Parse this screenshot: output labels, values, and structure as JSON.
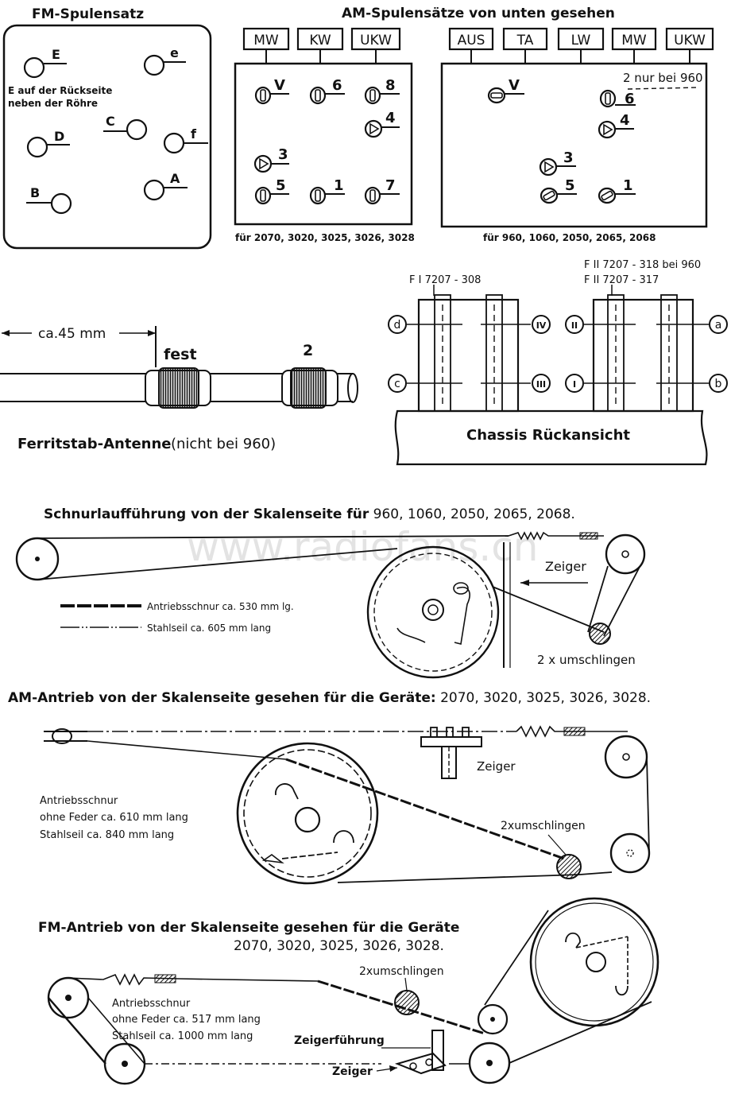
{
  "fm_coil_set": {
    "title": "FM-Spulensatz",
    "note_line1": "E auf der Rückseite",
    "note_line2": "neben der Röhre",
    "labels": {
      "E": "E",
      "e": "e",
      "C": "C",
      "D": "D",
      "f": "f",
      "B": "B",
      "A": "A"
    }
  },
  "am_coil_sets": {
    "title": "AM-Spulensätze von unten gesehen",
    "left": {
      "buttons": [
        "MW",
        "KW",
        "UKW"
      ],
      "pins": {
        "V": "V",
        "6": "6",
        "8": "8",
        "4": "4",
        "3": "3",
        "5": "5",
        "1": "1",
        "7": "7"
      },
      "caption": "für 2070, 3020, 3025, 3026, 3028"
    },
    "right": {
      "buttons": [
        "AUS",
        "TA",
        "LW",
        "MW",
        "UKW"
      ],
      "note": "2 nur bei 960",
      "pins": {
        "V": "V",
        "6": "6",
        "4": "4",
        "3": "3",
        "5": "5",
        "1": "1"
      },
      "caption": "für 960, 1060, 2050, 2065, 2068"
    }
  },
  "ferrite_antenna": {
    "dimension": "ca.45 mm",
    "fixed_label": "fest",
    "coil2_label": "2",
    "title": "Ferritstab-Antenne",
    "note": "(nicht bei 960)"
  },
  "chassis": {
    "label_left": "F I 7207 - 308",
    "label_right_1": "F II 7207 - 318 bei 960",
    "label_right_2": "F II 7207 - 317",
    "terminals": {
      "d": "d",
      "c": "c",
      "IV": "IV",
      "III": "III",
      "II": "II",
      "I": "I",
      "a": "a",
      "b": "b"
    },
    "caption": "Chassis Rückansicht"
  },
  "cord_routing": {
    "title_bold": "Schnurlaufführung von der Skalenseite für",
    "title_models": " 960, 1060, 2050, 2065, 2068.",
    "legend_drive": "Antriebsschnur ca. 530 mm lg.",
    "legend_steel": "Stahlseil ca. 605 mm lang",
    "pointer": "Zeiger",
    "wrap": "2 x umschlingen"
  },
  "am_drive": {
    "title_bold": "AM-Antrieb von der Skalenseite gesehen für die Geräte:",
    "title_models": " 2070, 3020, 3025, 3026, 3028.",
    "note_1": "Antriebsschnur",
    "note_2": "ohne Feder ca. 610 mm lang",
    "note_3": "Stahlseil ca. 840 mm lang",
    "pointer": "Zeiger",
    "wrap": "2xumschlingen"
  },
  "fm_drive": {
    "title_bold": "FM-Antrieb von der Skalenseite gesehen für die Geräte",
    "title_models": "2070, 3020, 3025, 3026, 3028.",
    "note_1": "Antriebsschnur",
    "note_2": "ohne Feder ca. 517 mm lang",
    "note_3": "Stahlseil ca. 1000 mm lang",
    "wrap": "2xumschlingen",
    "pointer_guide": "Zeigerführung",
    "pointer": "Zeiger"
  },
  "watermark": "www.radiofans.cn"
}
